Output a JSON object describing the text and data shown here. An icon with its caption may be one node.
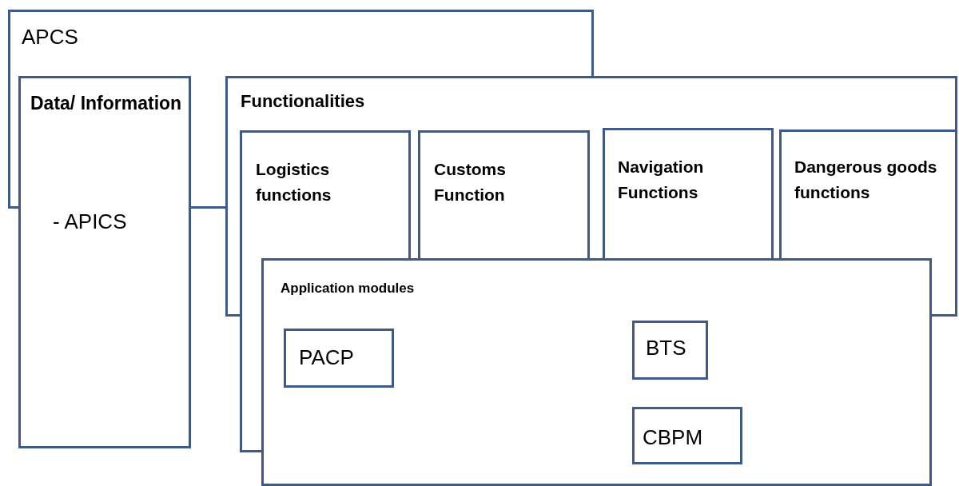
{
  "diagram": {
    "nodes": [
      {
        "text": [
          "APCS"
        ]
      },
      {
        "text": [
          "Data/ Information",
          "- APICS"
        ]
      },
      {
        "text": [
          "Functionalities"
        ]
      },
      {
        "text": [
          "Logistics functions"
        ]
      },
      {
        "text": [
          "Customs Function"
        ]
      },
      {
        "text": [
          "Navigation Functions"
        ]
      },
      {
        "text": [
          "Dangerous goods functions"
        ]
      },
      {
        "text": [
          "Application modules"
        ]
      },
      {
        "text": [
          "PACP"
        ],
        "in": 7
      },
      {
        "text": [
          "BTS"
        ],
        "in": 7
      },
      {
        "text": [
          "CBPM"
        ],
        "in": 7
      }
    ]
  }
}
